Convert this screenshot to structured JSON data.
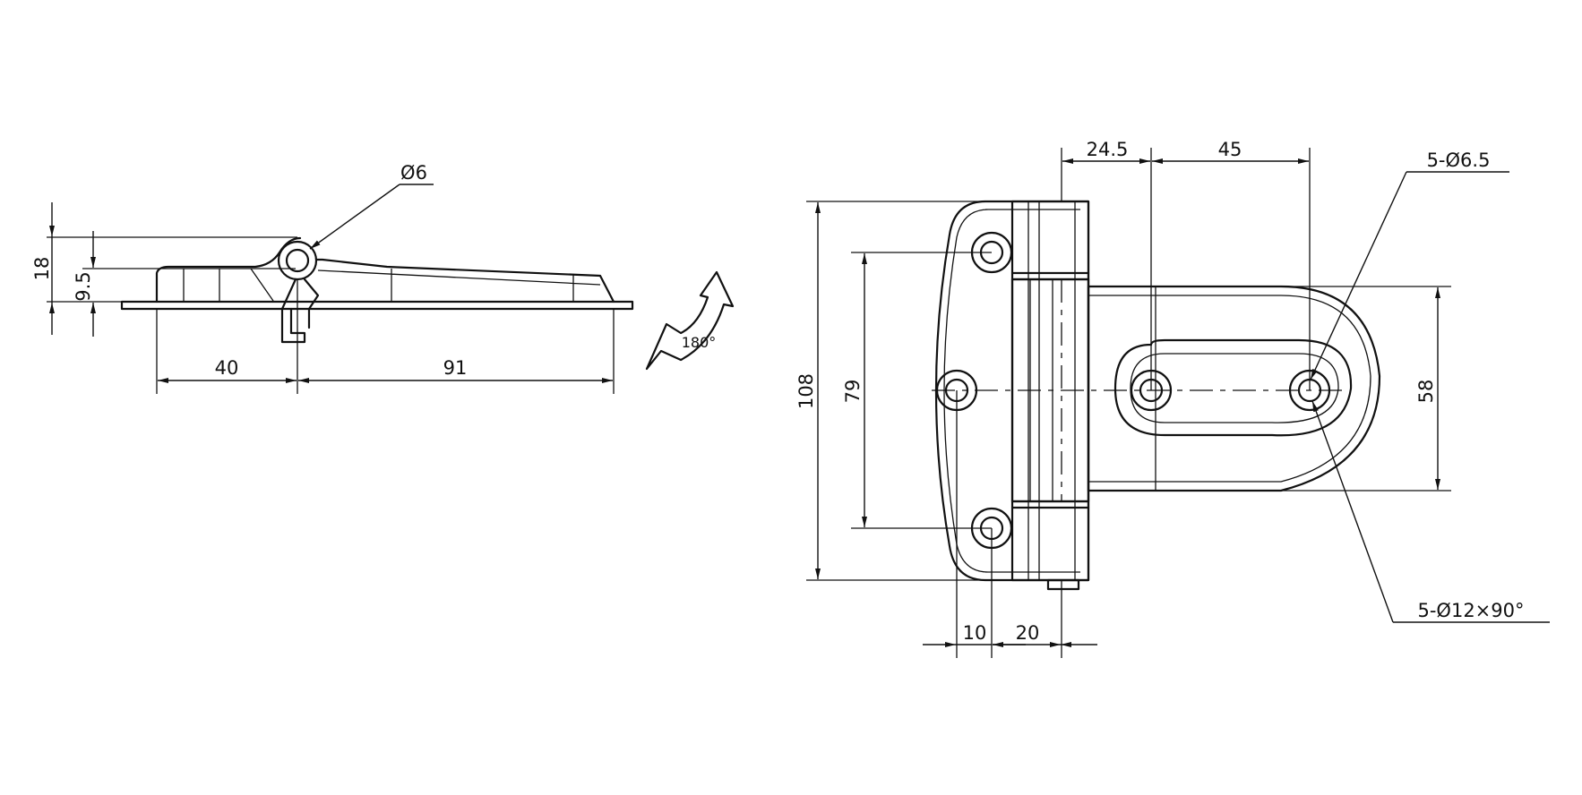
{
  "side_view": {
    "dia_pin": "Ø6",
    "dim_height": "18",
    "dim_pin_height": "9.5",
    "dim_left": "40",
    "dim_right": "91"
  },
  "rotation": {
    "angle": "180°"
  },
  "front_view": {
    "dim_top_left": "24.5",
    "dim_top_right": "45",
    "hole_callout": "5-Ø6.5",
    "countersink_callout": "5-Ø12×90°",
    "dim_total_height": "108",
    "dim_hole_spacing": "79",
    "dim_leaf_width": "58",
    "dim_bottom_left": "10",
    "dim_bottom_right": "20"
  }
}
